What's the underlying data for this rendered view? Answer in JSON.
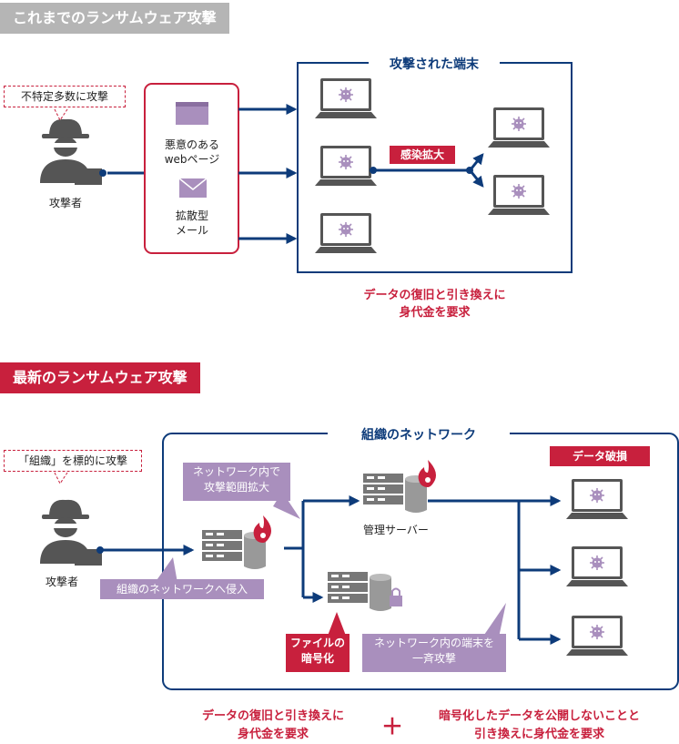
{
  "colors": {
    "navy": "#0d3b7a",
    "red": "#c8203d",
    "purple": "#a98fbd",
    "gray": "#b5b5b5",
    "dark": "#555"
  },
  "old": {
    "header": "これまでのランサムウェア攻撃",
    "target_label": "不特定多数に攻撃",
    "attacker": "攻撃者",
    "web_label_1": "悪意のある",
    "web_label_2": "webページ",
    "mail_label_1": "拡散型",
    "mail_label_2": "メール",
    "box_title": "攻撃された端末",
    "spread_label": "感染拡大",
    "ransom_1": "データの復旧と引き換えに",
    "ransom_2": "身代金を要求"
  },
  "new": {
    "header": "最新のランサムウェア攻撃",
    "target_label": "「組織」を標的に攻撃",
    "attacker": "攻撃者",
    "network_title": "組織のネットワーク",
    "bubble_expand_1": "ネットワーク内で",
    "bubble_expand_2": "攻撃範囲拡大",
    "server_label": "管理サーバー",
    "damage_label": "データ破損",
    "bubble_intrude": "組織のネットワークへ侵入",
    "bubble_encrypt_1": "ファイルの",
    "bubble_encrypt_2": "暗号化",
    "bubble_bulk_1": "ネットワーク内の端末を",
    "bubble_bulk_2": "一斉攻撃",
    "ransom_1": "データの復旧と引き換えに",
    "ransom_2": "身代金を要求",
    "plus": "＋",
    "publish_1": "暗号化したデータを公開しないことと",
    "publish_2": "引き換えに身代金を要求"
  }
}
